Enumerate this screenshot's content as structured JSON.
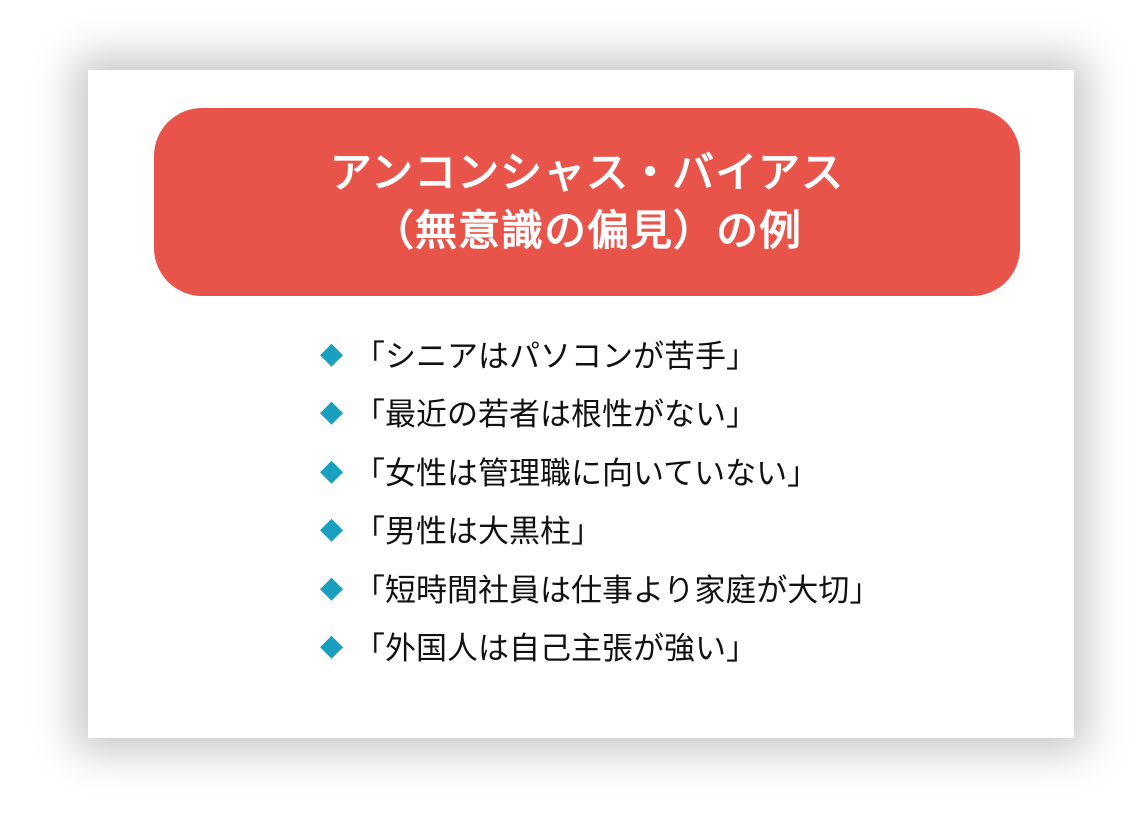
{
  "banner": {
    "line1": "アンコンシャス・バイアス",
    "line2": "（無意識の偏見）の例"
  },
  "bullet_glyph": "◆",
  "colors": {
    "banner": "#e8534a",
    "bullet": "#1aa0bf",
    "text": "#111111"
  },
  "examples": [
    "「シニアはパソコンが苦手」",
    "「最近の若者は根性がない」",
    "「女性は管理職に向いていない」",
    "「男性は大黒柱」",
    "「短時間社員は仕事より家庭が大切」",
    "「外国人は自己主張が強い」"
  ]
}
